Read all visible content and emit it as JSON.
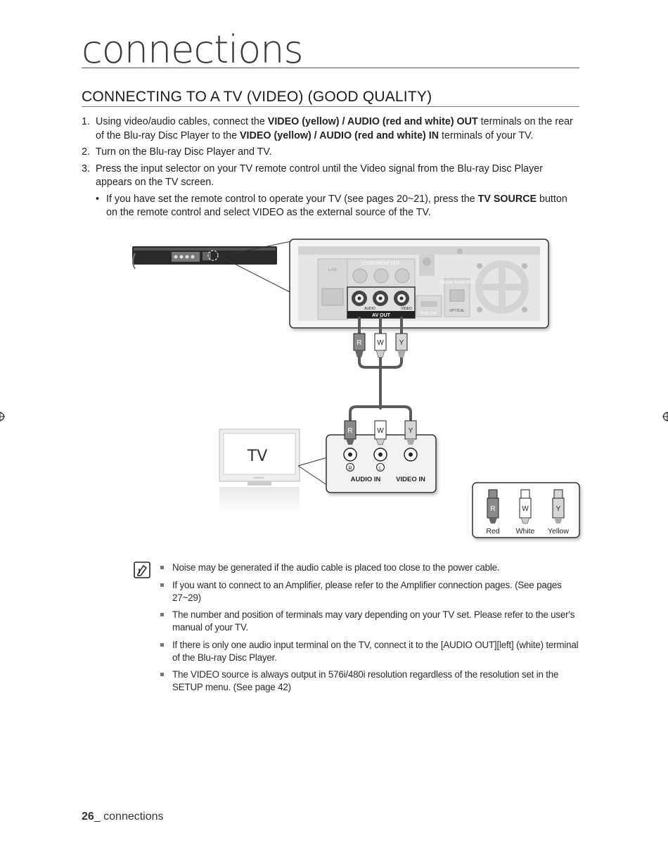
{
  "chapter": {
    "title": "connections"
  },
  "section": {
    "title": "CONNECTING TO A TV (VIDEO) (GOOD QUALITY)"
  },
  "steps": [
    {
      "num": "1.",
      "parts": [
        "Using video/audio cables, connect the ",
        "VIDEO (yellow) / AUDIO (red and white) OUT",
        " terminals on the rear of the Blu-ray Disc Player to the ",
        "VIDEO (yellow) / AUDIO (red and white) IN",
        " terminals of your TV."
      ]
    },
    {
      "num": "2.",
      "text": "Turn on the Blu-ray Disc Player and TV."
    },
    {
      "num": "3.",
      "text": "Press the input selector on your TV remote control until the Video signal from the Blu-ray Disc Player appears on the TV screen.",
      "sub": {
        "bullet": "•",
        "parts": [
          "If you have set the remote control to operate your TV (see pages 20~21), press the ",
          "TV SOURCE",
          " button on the remote control and select VIDEO as the external source of the TV."
        ]
      }
    }
  ],
  "diagram": {
    "panel_labels": {
      "lan": "LAN",
      "component_out": "COMPONENT OUT",
      "digital_audio_out": "DIGITAL AUDIO OUT",
      "optical": "OPTICAL",
      "hdmi_out": "HDMI OUT",
      "audio": "AUDIO",
      "video": "VIDEO",
      "av_out": "AV OUT"
    },
    "plug_letters": {
      "red": "R",
      "white": "W",
      "yellow": "Y"
    },
    "tv_label": "TV",
    "tv_brand": "SAMSUNG",
    "jack_marks": {
      "right": "R",
      "left": "L"
    },
    "tv_panel": {
      "audio_in": "AUDIO IN",
      "video_in": "VIDEO IN"
    },
    "legend": [
      {
        "letter": "R",
        "label": "Red"
      },
      {
        "letter": "W",
        "label": "White"
      },
      {
        "letter": "Y",
        "label": "Yellow"
      }
    ],
    "colors": {
      "red_plug": "#8a8a8a",
      "white_plug": "#ffffff",
      "yellow_plug": "#d6d6d6",
      "cable": "#5a5a5a"
    }
  },
  "notes": [
    "Noise may be generated if the audio cable is placed too close to the power cable.",
    "If you want to connect to an Amplifier, please refer to the Amplifier connection pages. (See pages 27~29)",
    "The number and position of terminals may vary depending on your TV set. Please refer to the user's manual of your TV.",
    "If there is only one audio input terminal on the TV, connect it to the [AUDIO OUT][left] (white) terminal of the Blu-ray Disc Player.",
    "The VIDEO source is always output in 576i/480i resolution regardless of the resolution set in the SETUP menu. (See page 42)"
  ],
  "footer": {
    "page": "26",
    "sep": "_ ",
    "label": "connections"
  }
}
